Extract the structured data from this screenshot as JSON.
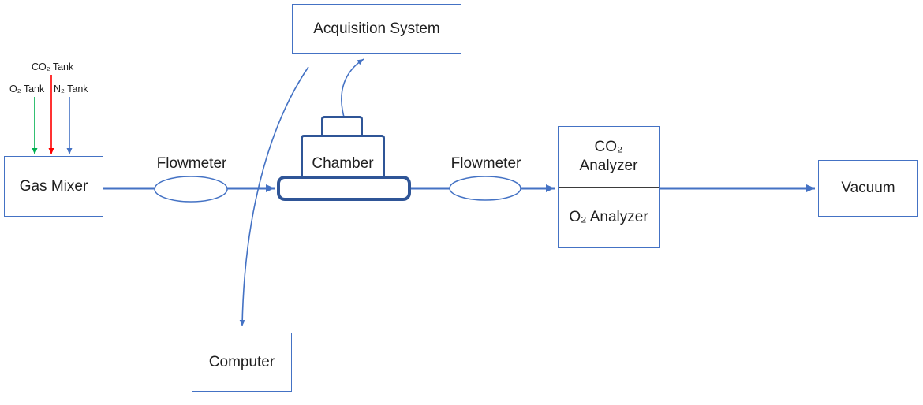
{
  "boxes": {
    "acquisition_system": "Acquisition System",
    "gas_mixer": "Gas Mixer",
    "chamber": "Chamber",
    "vacuum": "Vacuum",
    "computer": "Computer"
  },
  "analyzer": {
    "co2_line1": "CO₂",
    "co2_line2": "Analyzer",
    "o2": "O₂ Analyzer"
  },
  "flowmeters": {
    "left": "Flowmeter",
    "right": "Flowmeter"
  },
  "tanks": {
    "co2": "CO₂ Tank",
    "o2": "O₂ Tank",
    "n2": "N₂ Tank"
  },
  "colors": {
    "flow_line_blue": "#4472C4",
    "chamber_blue": "#2F5597",
    "o2_tank_arrow_green": "#00B050",
    "co2_tank_arrow_red": "#FF0000",
    "n2_tank_arrow_blue": "#4472C4"
  }
}
